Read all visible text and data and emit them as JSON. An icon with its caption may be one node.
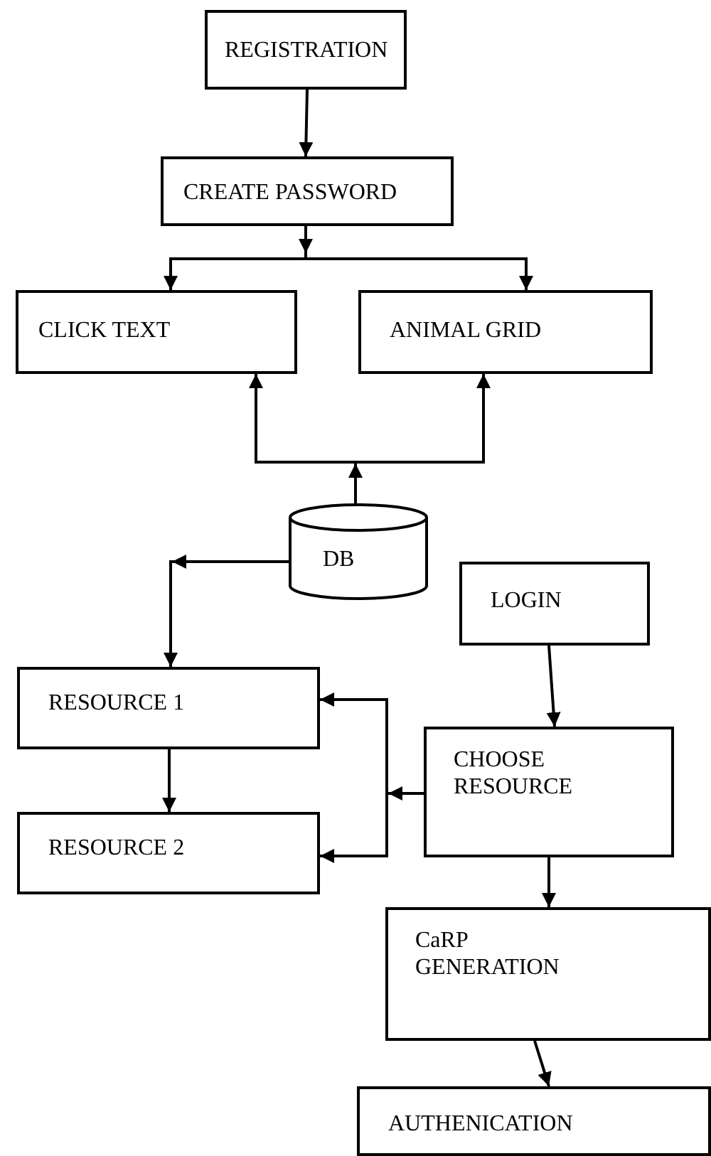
{
  "diagram": {
    "nodes": [
      {
        "text": [
          "REGISTRATION"
        ]
      },
      {
        "text": [
          "CREATE PASSWORD"
        ]
      },
      {
        "text": [
          "CLICK TEXT"
        ]
      },
      {
        "text": [
          "ANIMAL GRID"
        ]
      },
      {
        "text": [
          "DB"
        ]
      },
      {
        "text": [
          "LOGIN"
        ]
      },
      {
        "text": [
          "RESOURCE 1"
        ]
      },
      {
        "text": [
          "CHOOSE RESOURCE"
        ]
      },
      {
        "text": [
          "RESOURCE 2"
        ]
      },
      {
        "text": [
          "CaRP GENERATION"
        ]
      },
      {
        "text": [
          "AUTHENICATION"
        ]
      }
    ],
    "edges": [
      {
        "from": 0,
        "to": 1,
        "arrow": "to"
      },
      {
        "from": 1,
        "to": 2,
        "arrow": "to"
      },
      {
        "from": 1,
        "to": 3,
        "arrow": "to"
      },
      {
        "from": 4,
        "to": 2,
        "arrow": "to"
      },
      {
        "from": 4,
        "to": 3,
        "arrow": "to"
      },
      {
        "from": 4,
        "to": 6,
        "arrow": "to"
      },
      {
        "from": 5,
        "to": 7,
        "arrow": "to"
      },
      {
        "from": 7,
        "to": 6,
        "arrow": "to"
      },
      {
        "from": 7,
        "to": 8,
        "arrow": "to"
      },
      {
        "from": 6,
        "to": 8,
        "arrow": "to"
      },
      {
        "from": 7,
        "to": 9,
        "arrow": "to"
      },
      {
        "from": 9,
        "to": 10,
        "arrow": "to"
      }
    ]
  }
}
